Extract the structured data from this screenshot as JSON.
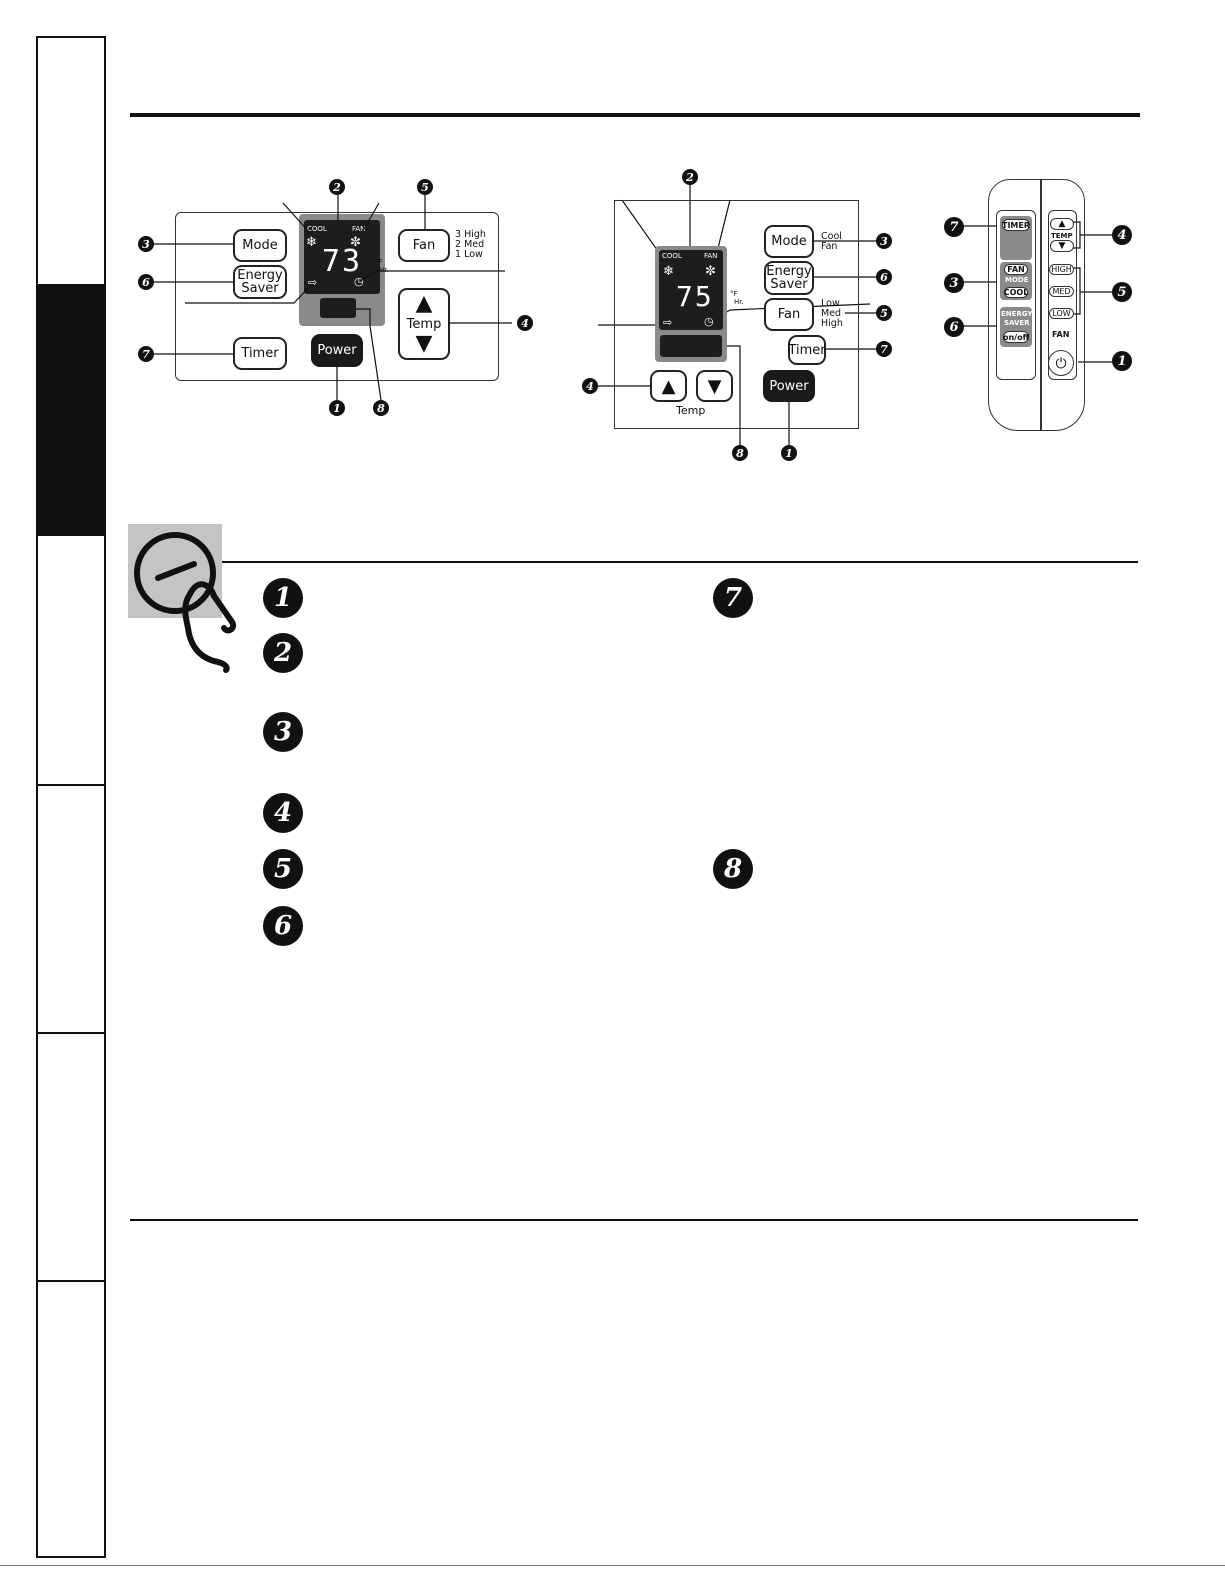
{
  "panel_a": {
    "mode": "Mode",
    "energy_saver_1": "Energy",
    "energy_saver_2": "Saver",
    "timer": "Timer",
    "power": "Power",
    "fan": "Fan",
    "fan_levels": [
      "3 High",
      "2 Med",
      "1 Low"
    ],
    "temp": "Temp",
    "cool": "COOL",
    "fan_small": "FAN",
    "temperature": "73",
    "unit_f": "°F",
    "unit_hr": "Hr."
  },
  "panel_b": {
    "mode": "Mode",
    "mode_options": [
      "Cool",
      "Fan"
    ],
    "energy_saver_1": "Energy",
    "energy_saver_2": "Saver",
    "fan": "Fan",
    "fan_options": [
      "Low",
      "Med",
      "High"
    ],
    "timer": "Timer",
    "power": "Power",
    "temp": "Temp",
    "cool": "COOL",
    "fan_small": "FAN",
    "temperature": "75",
    "unit_f": "°F",
    "unit_hr": "Hr."
  },
  "remote": {
    "timer": "TIMER",
    "fan": "FAN",
    "mode": "MODE",
    "cool": "COOL",
    "energy": "ENERGY",
    "saver": "SAVER",
    "onoff": "on/off",
    "temp": "TEMP",
    "high": "HIGH",
    "med": "MED",
    "low": "LOW",
    "fan_label": "FAN"
  },
  "callouts": [
    "1",
    "2",
    "3",
    "4",
    "5",
    "6",
    "7",
    "8"
  ]
}
